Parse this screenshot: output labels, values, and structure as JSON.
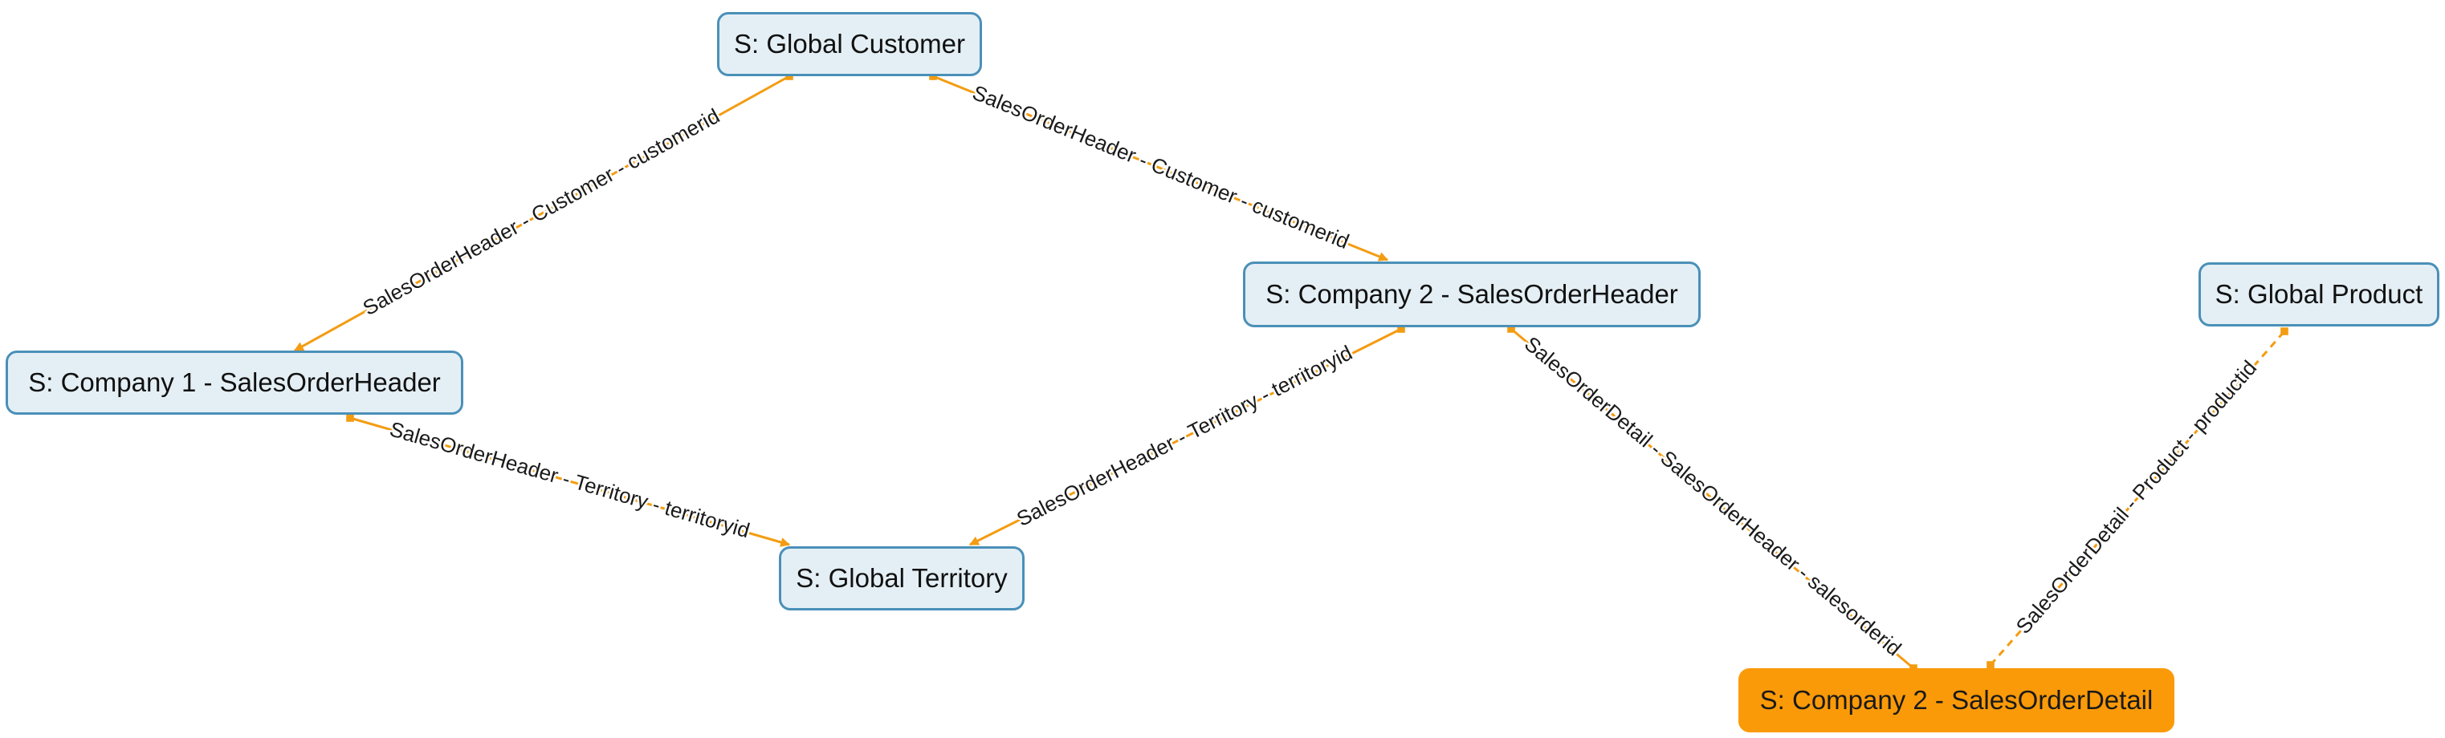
{
  "nodes": {
    "global_customer": {
      "label": "S: Global Customer"
    },
    "company2_soh": {
      "label": "S: Company 2 - SalesOrderHeader"
    },
    "global_product": {
      "label": "S: Global Product"
    },
    "company1_soh": {
      "label": "S: Company 1 - SalesOrderHeader"
    },
    "global_territory": {
      "label": "S: Global Territory"
    },
    "company2_sod": {
      "label": "S: Company 2 - SalesOrderDetail",
      "selected": true
    }
  },
  "edges": {
    "c1_customer": {
      "label": "SalesOrderHeader - Customer - customerid"
    },
    "c2_customer": {
      "label": "SalesOrderHeader - Customer - customerid"
    },
    "c1_territory": {
      "label": "SalesOrderHeader - Territory - territoryid"
    },
    "c2_territory": {
      "label": "SalesOrderHeader - Territory - territoryid"
    },
    "sod_soh": {
      "label": "SalesOrderDetail - SalesOrderHeader - salesorderid"
    },
    "sod_product": {
      "label": "SalesOrderDetail - Product - productid"
    }
  },
  "colors": {
    "edge": "#f39c12",
    "node_border": "#4a90b8",
    "node_fill": "#e4eff5",
    "selected_fill": "#fb9a08"
  }
}
